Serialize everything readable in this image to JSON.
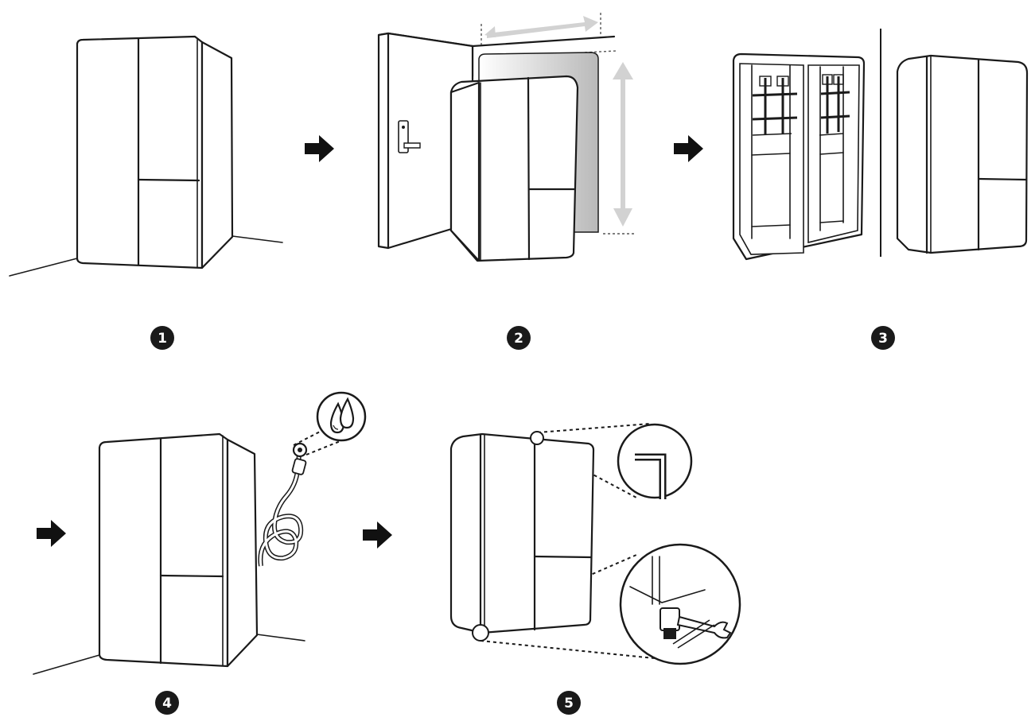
{
  "steps": [
    {
      "id": 1,
      "label": "1"
    },
    {
      "id": 2,
      "label": "2"
    },
    {
      "id": 3,
      "label": "3"
    },
    {
      "id": 4,
      "label": "4"
    },
    {
      "id": 5,
      "label": "5"
    }
  ],
  "colors": {
    "line": "#1a1a1a",
    "arrow": "#111111",
    "badge": "#1a1a1a",
    "measure_arrow": "#d2d2d2",
    "doorway_shade": "#c8c8c8"
  },
  "icons": [
    "flow-arrow-icon",
    "water-drops-icon",
    "hex-key-icon",
    "wrench-icon",
    "measure-arrow-icon",
    "water-hose-icon"
  ]
}
